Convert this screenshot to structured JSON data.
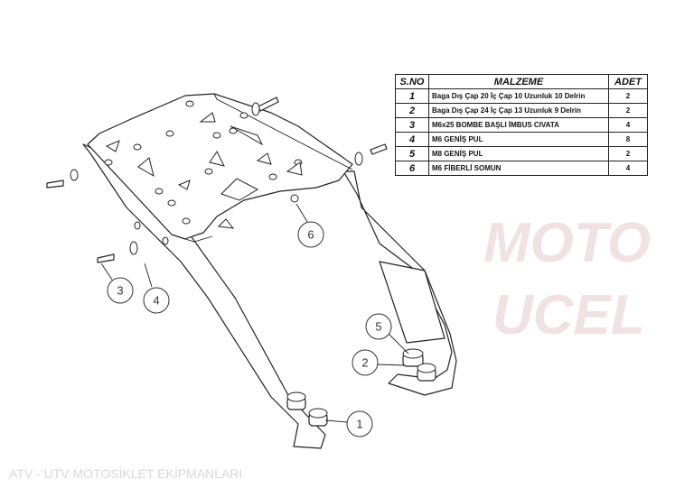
{
  "watermark": {
    "brand_line1": "MOTO",
    "brand_line2": "UCEL",
    "tagline": "ATV - UTV MOTOSİKLET EKİPMANLARI"
  },
  "table": {
    "headers": [
      "S.NO",
      "MALZEME",
      "ADET"
    ],
    "rows": [
      {
        "no": "1",
        "item": "Baga Dış Çap 20 İç Çap 10 Uzunluk 10 Delrin",
        "qty": "2"
      },
      {
        "no": "2",
        "item": "Baga Dış Çap 24 İç Çap 13 Uzunluk 9 Delrin",
        "qty": "2"
      },
      {
        "no": "3",
        "item": "M6x25 BOMBE BAŞLI İMBUS CIVATA",
        "qty": "4"
      },
      {
        "no": "4",
        "item": "M6 GENİŞ PUL",
        "qty": "8"
      },
      {
        "no": "5",
        "item": "M8 GENİŞ PUL",
        "qty": "2"
      },
      {
        "no": "6",
        "item": "M6 FİBERLİ SOMUN",
        "qty": "4"
      }
    ]
  },
  "callouts": [
    "1",
    "2",
    "3",
    "4",
    "5",
    "6"
  ]
}
